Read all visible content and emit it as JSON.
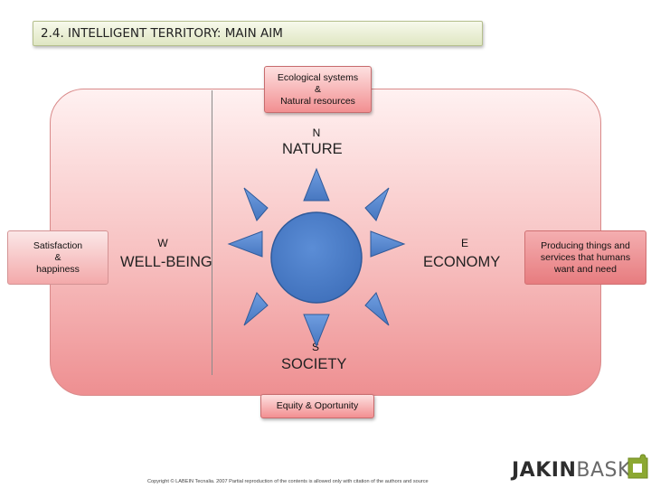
{
  "header": {
    "title": "2.4. INTELLIGENT TERRITORY: MAIN AIM"
  },
  "boxes": {
    "top": [
      "Ecological systems",
      "&",
      "Natural resources"
    ],
    "bottom": "Equity & Oportunity",
    "left": [
      "Satisfaction",
      "&",
      "happiness"
    ],
    "right": [
      "Producing things and",
      "services that humans",
      "want and need"
    ]
  },
  "compass": {
    "north": {
      "letter": "N",
      "word": "NATURE"
    },
    "south": {
      "letter": "S",
      "word": "SOCIETY"
    },
    "west": {
      "letter": "W",
      "word": "WELL-BEING"
    },
    "east": {
      "letter": "E",
      "word": "ECONOMY"
    }
  },
  "footer": {
    "copyright": "Copyright © LABEIN Tecnalia. 2007 Partial reproduction of the contents is allowed only with citation of the authors and source"
  },
  "logo": {
    "part1": "JAKIN",
    "part2": "BASK",
    "mark_icon": "puzzle-icon"
  },
  "colors": {
    "circle": "#4a7fc9",
    "arrow": "#5b8dd5",
    "panel_bottom": "#ee8f91",
    "title_bar": "#dfe6c2"
  }
}
